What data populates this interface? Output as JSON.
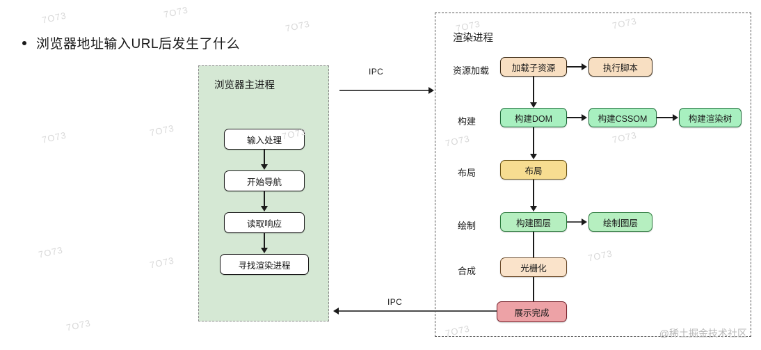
{
  "heading": {
    "bullet": "•",
    "text": "浏览器地址输入URL后发生了什么"
  },
  "browser_process": {
    "title": "浏览器主进程",
    "fill_color": "#d5e8d4",
    "steps": [
      {
        "label": "输入处理"
      },
      {
        "label": "开始导航"
      },
      {
        "label": "读取响应"
      },
      {
        "label": "寻找渲染进程"
      }
    ]
  },
  "ipc": {
    "top_label": "IPC",
    "bottom_label": "IPC"
  },
  "render_process": {
    "title": "渲染进程",
    "rows": [
      {
        "label": "资源加载",
        "nodes": [
          {
            "label": "加载子资源",
            "color": "#f8dfc2"
          },
          {
            "label": "执行脚本",
            "color": "#f8dfc2"
          }
        ]
      },
      {
        "label": "构建",
        "nodes": [
          {
            "label": "构建DOM",
            "color": "#a8f0c0"
          },
          {
            "label": "构建CSSOM",
            "color": "#a8f0c0"
          },
          {
            "label": "构建渲染树",
            "color": "#a8f0c0"
          }
        ]
      },
      {
        "label": "布局",
        "nodes": [
          {
            "label": "布局",
            "color": "#f7dd91"
          }
        ]
      },
      {
        "label": "绘制",
        "nodes": [
          {
            "label": "构建图层",
            "color": "#b6efc0"
          },
          {
            "label": "绘制图层",
            "color": "#b6efc0"
          }
        ]
      },
      {
        "label": "合成",
        "nodes": [
          {
            "label": "光栅化",
            "color": "#fae3ca"
          },
          {
            "label": "展示完成",
            "color": "#eda2a6"
          }
        ]
      }
    ]
  },
  "watermarks": {
    "corner": "@稀土掘金技术社区",
    "tiled": "7O73"
  }
}
